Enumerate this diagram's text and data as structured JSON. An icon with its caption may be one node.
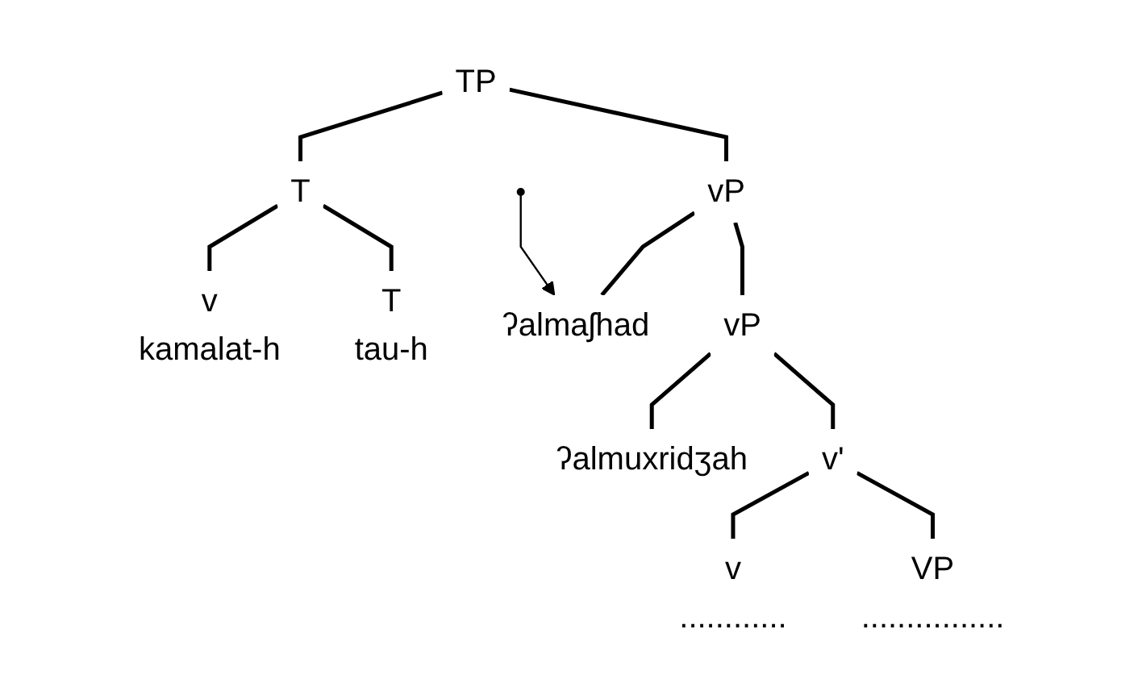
{
  "diagram": {
    "nodes": [
      {
        "text": [
          "TP"
        ]
      },
      {
        "text": [
          "T"
        ]
      },
      {
        "text": [
          "vP"
        ]
      },
      {
        "text": [
          "v",
          "kamalat-h"
        ]
      },
      {
        "text": [
          "T",
          "tau-h"
        ]
      },
      {
        "text": [
          "ʔalmaʃhad"
        ]
      },
      {
        "text": [
          "vP"
        ]
      },
      {
        "text": [
          "ʔalmuxridʒah"
        ]
      },
      {
        "text": [
          "v'"
        ]
      },
      {
        "text": [
          "v",
          "............"
        ]
      },
      {
        "text": [
          "VP",
          "................"
        ]
      },
      {
        "text": [],
        "shape": "circle"
      }
    ],
    "edges": [
      {
        "from": 0,
        "to": 1,
        "arrow": "none"
      },
      {
        "from": 0,
        "to": 2,
        "arrow": "none"
      },
      {
        "from": 1,
        "to": 3,
        "arrow": "none"
      },
      {
        "from": 1,
        "to": 4,
        "arrow": "none"
      },
      {
        "from": 2,
        "to": 5,
        "arrow": "none"
      },
      {
        "from": 2,
        "to": 6,
        "arrow": "none"
      },
      {
        "from": 6,
        "to": 7,
        "arrow": "none"
      },
      {
        "from": 6,
        "to": 8,
        "arrow": "none"
      },
      {
        "from": 8,
        "to": 9,
        "arrow": "none"
      },
      {
        "from": 8,
        "to": 10,
        "arrow": "none"
      },
      {
        "from": 11,
        "to": 5,
        "arrow": "to"
      }
    ]
  }
}
